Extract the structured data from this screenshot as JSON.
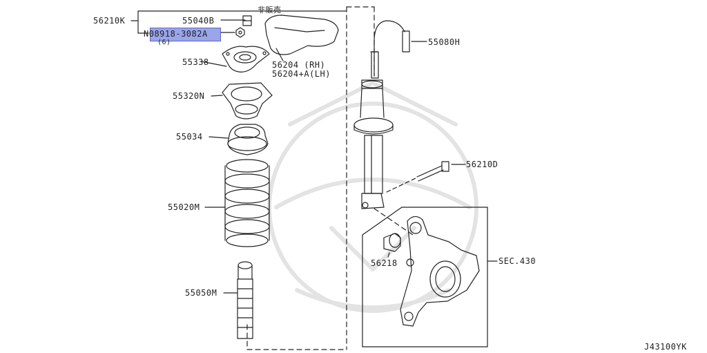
{
  "colors": {
    "ink": "#222222",
    "highlight": "#9aa5ea",
    "watermark": "#e6e6e6"
  },
  "labels": {
    "p56210K": "56210K",
    "p55040B": "55040B",
    "p08918": "N08918-3082A",
    "p08918_sub": "(6)",
    "not_sold": "非販売",
    "p55080H": "55080H",
    "p55338": "55338",
    "p56204_rh": "56204  (RH)",
    "p56204_lh": "56204+A(LH)",
    "p55320N": "55320N",
    "p55034": "55034",
    "p56210D": "56210D",
    "p55020M": "55020M",
    "p56218": "56218",
    "sec430": "SEC.430",
    "p55050M": "55050M",
    "diagram_id": "J43100YK"
  }
}
